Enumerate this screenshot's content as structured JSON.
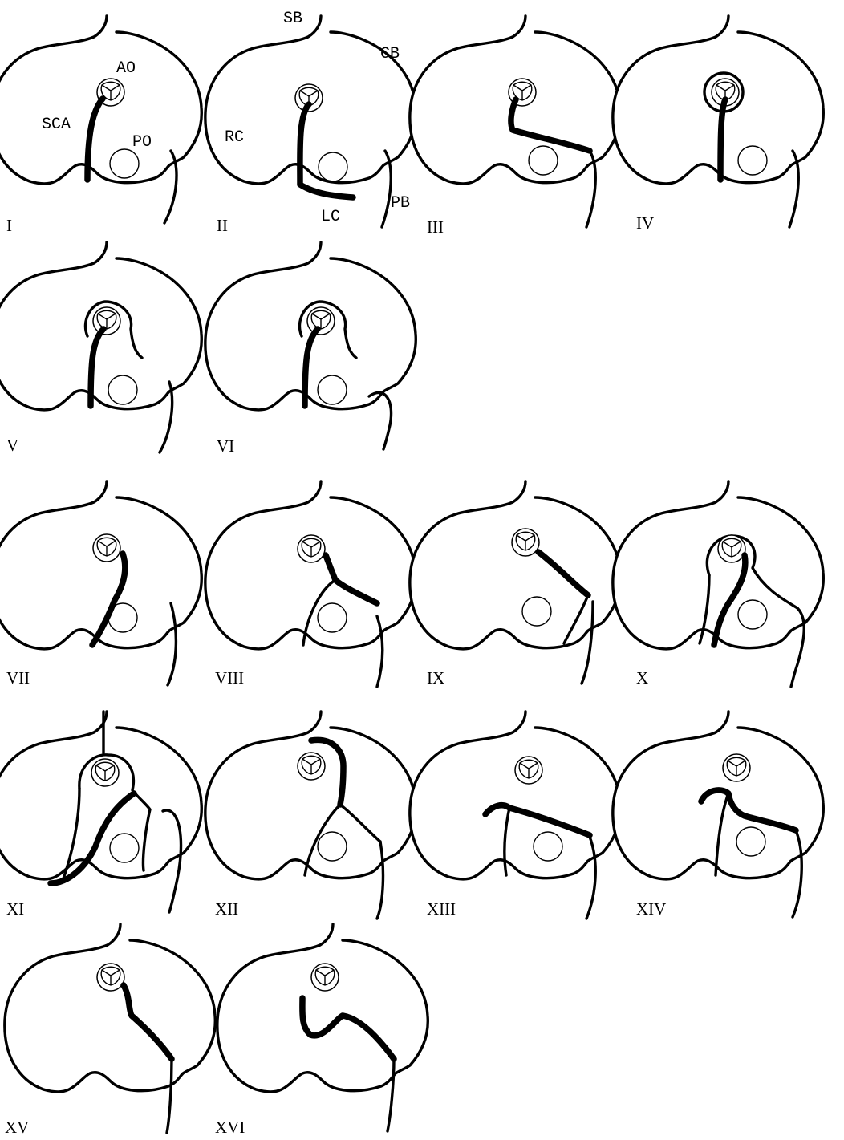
{
  "figure": {
    "structure_labels": {
      "SB": "SB",
      "CB": "CB",
      "AO": "AO",
      "SCA": "SCA",
      "PO": "PO",
      "RC": "RC",
      "LC": "LC",
      "PB": "PB"
    },
    "panels": [
      {
        "id": "I",
        "label": "I"
      },
      {
        "id": "II",
        "label": "II"
      },
      {
        "id": "III",
        "label": "III"
      },
      {
        "id": "IV",
        "label": "IV"
      },
      {
        "id": "V",
        "label": "V"
      },
      {
        "id": "VI",
        "label": "VI"
      },
      {
        "id": "VII",
        "label": "VII"
      },
      {
        "id": "VIII",
        "label": "VIII"
      },
      {
        "id": "IX",
        "label": "IX"
      },
      {
        "id": "X",
        "label": "X"
      },
      {
        "id": "XI",
        "label": "XI"
      },
      {
        "id": "XII",
        "label": "XII"
      },
      {
        "id": "XIII",
        "label": "XIII"
      },
      {
        "id": "XIV",
        "label": "XIV"
      },
      {
        "id": "XV",
        "label": "XV"
      },
      {
        "id": "XVI",
        "label": "XVI"
      }
    ]
  }
}
